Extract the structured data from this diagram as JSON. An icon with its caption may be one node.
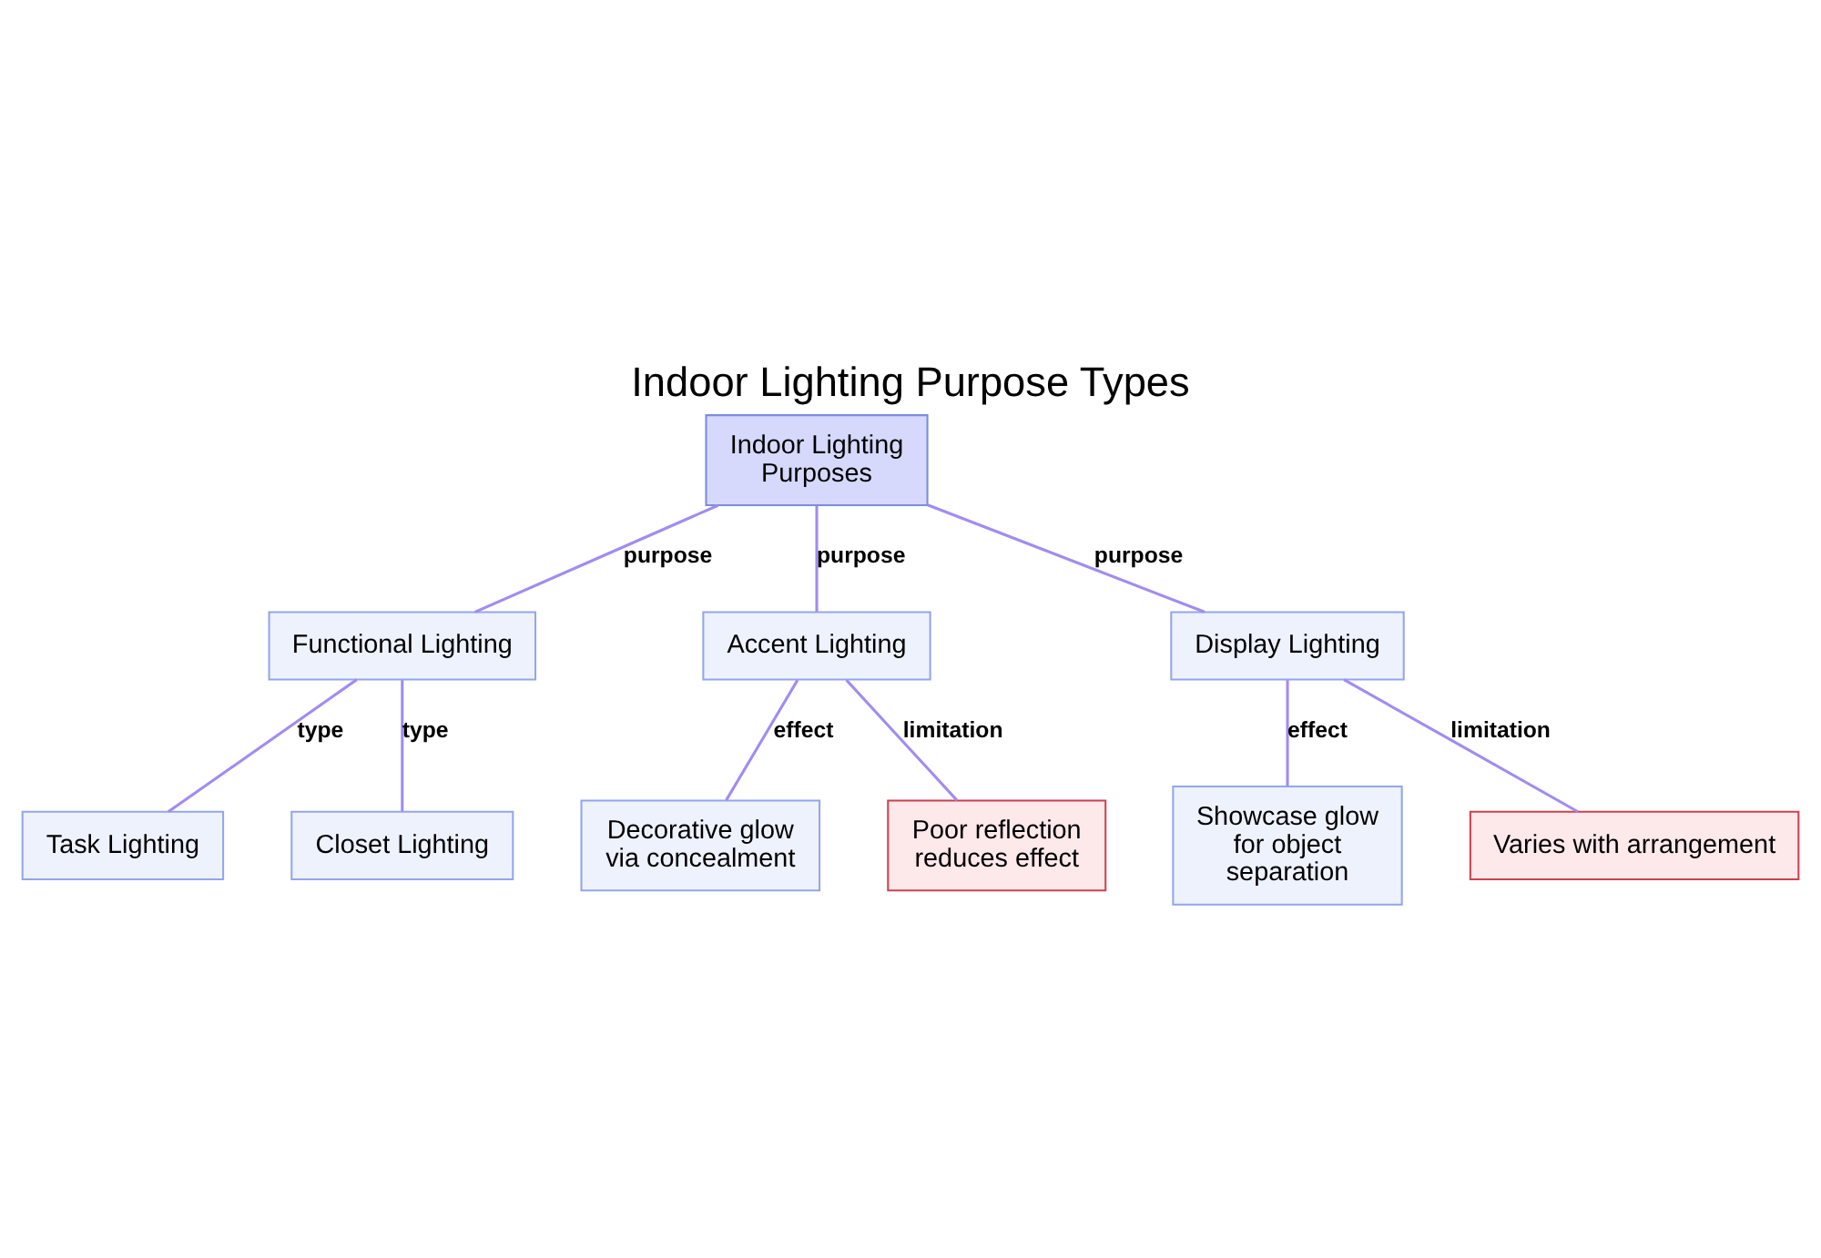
{
  "diagram": {
    "title": "Indoor Lighting Purpose Types",
    "nodes": [
      {
        "text": [
          "Indoor Lighting Purposes"
        ]
      },
      {
        "text": [
          "Functional Lighting"
        ]
      },
      {
        "text": [
          "Accent Lighting"
        ]
      },
      {
        "text": [
          "Display Lighting"
        ]
      },
      {
        "text": [
          "Task Lighting"
        ]
      },
      {
        "text": [
          "Closet Lighting"
        ]
      },
      {
        "text": [
          "Decorative glow via concealment"
        ]
      },
      {
        "text": [
          "Poor reflection reduces effect"
        ]
      },
      {
        "text": [
          "Showcase glow for object separation"
        ]
      },
      {
        "text": [
          "Varies with arrangement"
        ]
      }
    ],
    "edges": [
      {
        "from": 0,
        "to": 1,
        "arrow": "none",
        "label": "purpose"
      },
      {
        "from": 0,
        "to": 2,
        "arrow": "none",
        "label": "purpose"
      },
      {
        "from": 0,
        "to": 3,
        "arrow": "none",
        "label": "purpose"
      },
      {
        "from": 1,
        "to": 4,
        "arrow": "none",
        "label": "type"
      },
      {
        "from": 1,
        "to": 5,
        "arrow": "none",
        "label": "type"
      },
      {
        "from": 2,
        "to": 6,
        "arrow": "none",
        "label": "effect"
      },
      {
        "from": 2,
        "to": 7,
        "arrow": "none",
        "label": "limitation"
      },
      {
        "from": 3,
        "to": 8,
        "arrow": "none",
        "label": "effect"
      },
      {
        "from": 3,
        "to": 9,
        "arrow": "none",
        "label": "limitation"
      }
    ]
  }
}
